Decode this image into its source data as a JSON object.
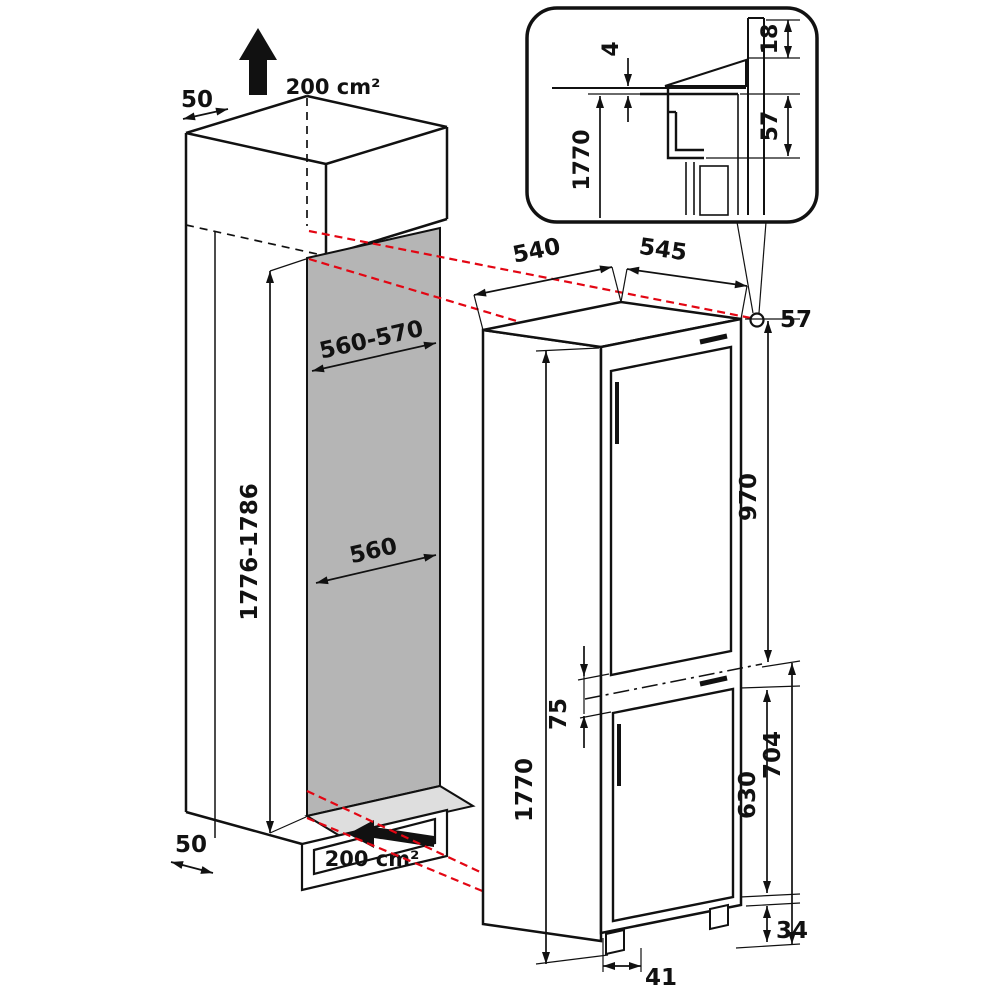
{
  "colors": {
    "outline": "#111111",
    "projection_red": "#e30613",
    "niche_panel_gray": "#b5b5b5",
    "niche_floor_gray": "#dedede"
  },
  "inset": {
    "gap": "4",
    "top_panel": "18",
    "hinge_clearance": "57",
    "appliance_height": "1770"
  },
  "niche": {
    "top_clearance": "50",
    "top_ventilation": "200 cm²",
    "width_top": "560-570",
    "height_range": "1776-1786",
    "depth": "560",
    "bottom_clearance": "50",
    "bottom_ventilation": "200 cm²"
  },
  "appliance": {
    "depth": "540",
    "width": "545",
    "hinge_offset": "57",
    "upper_section": "970",
    "door_gap": "75",
    "height": "1770",
    "freezer_door": "630",
    "lower_section": "704",
    "feet_height": "34",
    "foot_inset": "41"
  }
}
